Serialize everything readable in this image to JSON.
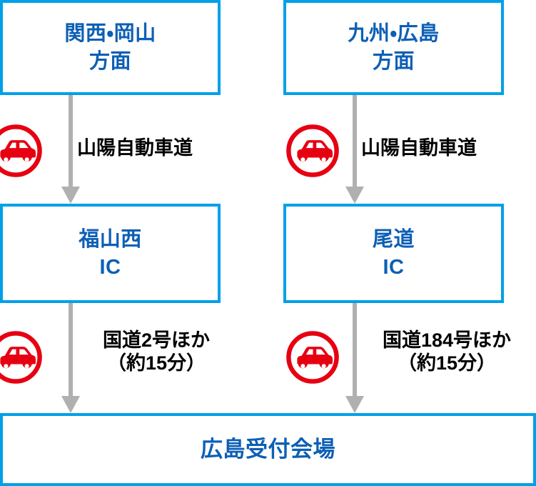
{
  "diagram": {
    "title": "広島受付会場 アクセス図",
    "colors": {
      "box_border": "#00a0e9",
      "box_text": "#0d5fb5",
      "arrow": "#b0b0b0",
      "car_icon": "#e60012",
      "route_text": "#000000",
      "box_fill": "#ffffff"
    },
    "nodes": {
      "origin_left": "関西・岡山\n方面",
      "origin_right": "九州・広島\n方面",
      "ic_left": "福山西\nIC",
      "ic_right": "尾道\nIC",
      "venue": "広島受付会場"
    },
    "routes": {
      "left_upper": "山陽自動車道",
      "right_upper": "山陽自動車道",
      "left_lower": "国道2号ほか\n（約15分）",
      "right_lower": "国道184号ほか\n（約15分）"
    },
    "icons": {
      "car_left_upper": "car-in-circle-icon",
      "car_right_upper": "car-in-circle-icon",
      "car_left_lower": "car-in-circle-icon",
      "car_right_lower": "car-in-circle-icon"
    }
  }
}
